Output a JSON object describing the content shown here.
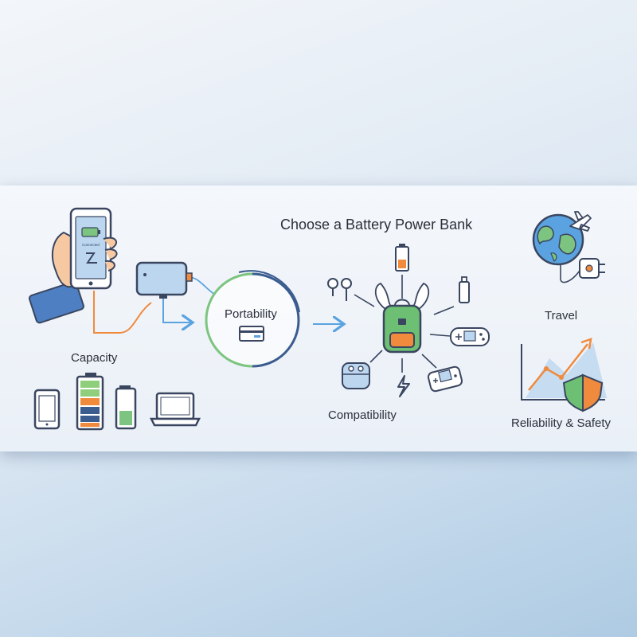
{
  "title": "Choose a Battery Power Bank",
  "labels": {
    "capacity": "Capacity",
    "portability": "Portability",
    "compatibility": "Compatibility",
    "travel": "Travel",
    "reliability": "Reliability & Safety"
  },
  "phone_screen_text": "Connected",
  "colors": {
    "outline": "#3a4660",
    "orange": "#f08a3c",
    "green": "#6cbf73",
    "blue": "#4f8fd4",
    "navy": "#3b5c8f",
    "panel": "#eef3f8"
  },
  "icons": [
    "hand-phone-icon",
    "power-bank-icon",
    "tablet-icon",
    "battery-full-icon",
    "battery-low-icon",
    "laptop-icon",
    "portability-ring-icon",
    "card-icon",
    "backpack-icon",
    "earbuds-icon",
    "battery-small-icon",
    "bottle-icon",
    "gamepad-icon",
    "earbud-case-icon",
    "lightning-icon",
    "handheld-console-icon",
    "globe-icon",
    "airplane-icon",
    "charger-plug-icon",
    "growth-chart-icon",
    "shield-icon"
  ]
}
